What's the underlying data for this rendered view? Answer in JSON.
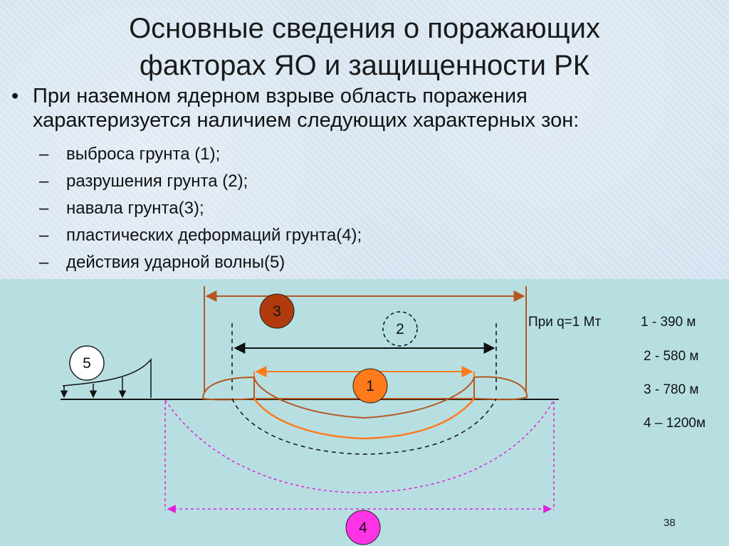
{
  "slide": {
    "title_line1": "Основные сведения о поражающих",
    "title_line2": "факторах ЯО и защищенности РК",
    "bullet_marker": "•",
    "bullet_text_line1": "При наземном ядерном взрыве область поражения",
    "bullet_text_line2": "характеризуется наличием следующих характерных зон:",
    "dash": "–",
    "sub_items": [
      "выброса грунта (1);",
      "разрушения грунта (2);",
      "навала грунта(3);",
      "пластических деформаций грунта(4);",
      "действия ударной волны(5)"
    ],
    "page_number": "38"
  },
  "diagram": {
    "zone_labels": [
      "1",
      "2",
      "3",
      "4",
      "5"
    ],
    "condition": "При q=1 Мт",
    "radii": [
      "1 -  390 м",
      "2 -  580 м",
      "3 -  780 м",
      "4 – 1200м"
    ],
    "colors": {
      "zone1_fill": "#ff7a1a",
      "zone1_line": "#ff7a1a",
      "zone3_fill": "#b03a0c",
      "zone3_line": "#b5561f",
      "zone4_fill": "#ff33e6",
      "zone4_line": "#e020d8",
      "zone2_line": "#111111",
      "panel_bg": "#b7dfe2"
    }
  }
}
